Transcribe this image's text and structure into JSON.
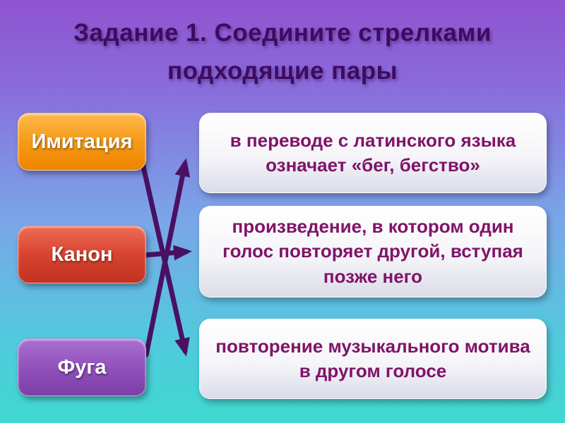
{
  "title": {
    "line1": "Задание 1. Соедините стрелками",
    "line2": "подходящие пары"
  },
  "terms": [
    {
      "id": "imitation",
      "label": "Имитация",
      "color": "#F08C00"
    },
    {
      "id": "kanon",
      "label": "Канон",
      "color": "#CF3A2B"
    },
    {
      "id": "fuga",
      "label": "Фуга",
      "color": "#8D4BB8"
    }
  ],
  "definitions": [
    {
      "id": "def-1",
      "text": "в переводе с латинского языка означает «бег, бегство»"
    },
    {
      "id": "def-2",
      "text": "произведение, в котором один голос повторяет другой, вступая позже него"
    },
    {
      "id": "def-3",
      "text": "повторение музыкального мотива в другом голосе"
    }
  ],
  "connections": [
    {
      "term": "Имитация",
      "definition_index": 2
    },
    {
      "term": "Канон",
      "definition_index": 1
    },
    {
      "term": "Фуга",
      "definition_index": 0
    }
  ],
  "colors": {
    "background_top": "#8F54CF",
    "background_middle": "#7AA6E8",
    "background_bottom": "#3FD9CF",
    "title_text": "#3F0A63",
    "definition_text": "#801468",
    "arrow": "#4A1163",
    "term_imitation": "#F08C00",
    "term_kanon": "#CF3A2B",
    "term_fuga": "#8D4BB8"
  }
}
